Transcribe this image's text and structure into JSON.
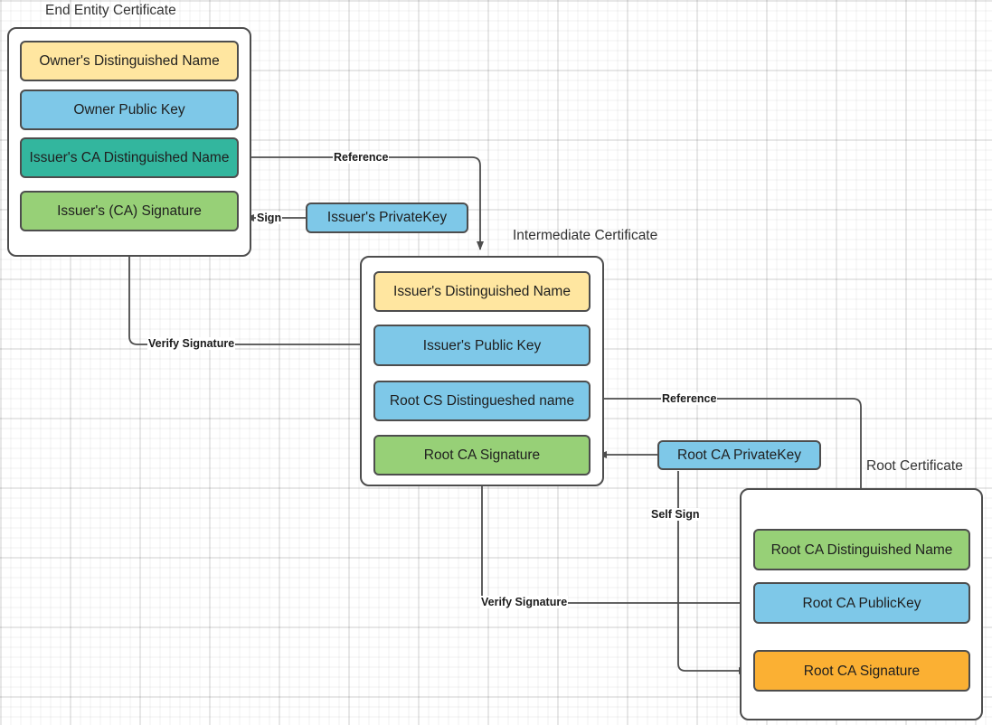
{
  "diagram": {
    "title_end_entity": "End Entity Certificate",
    "title_intermediate": "Intermediate Certificate",
    "title_root": "Root Certificate"
  },
  "colors": {
    "yellow": "#FFE6A0",
    "blue": "#7EC8E8",
    "teal": "#33B69E",
    "green": "#97D077",
    "orange": "#FBB033",
    "stroke": "#4d4d4d",
    "text": "#1f1f1f"
  },
  "end_entity_certificate": {
    "label": "End Entity Certificate",
    "fields": [
      {
        "label": "Owner's Distinguished Name",
        "color": "yellow"
      },
      {
        "label": "Owner Public  Key",
        "color": "blue"
      },
      {
        "label": "Issuer's CA Distinguished Name",
        "color": "teal"
      },
      {
        "label": "Issuer's (CA) Signature",
        "color": "green"
      }
    ]
  },
  "intermediate_certificate": {
    "label": "Intermediate Certificate",
    "fields": [
      {
        "label": "Issuer's Distinguished Name",
        "color": "yellow"
      },
      {
        "label": "Issuer's Public  Key",
        "color": "blue"
      },
      {
        "label": "Root CS Distingueshed name",
        "color": "blue"
      },
      {
        "label": "Root CA Signature",
        "color": "green"
      }
    ]
  },
  "root_certificate": {
    "label": "Root Certificate",
    "fields": [
      {
        "label": "Root CA Distinguished Name",
        "color": "green"
      },
      {
        "label": "Root CA PublicKey",
        "color": "blue"
      },
      {
        "label": "Root CA Signature",
        "color": "orange"
      }
    ]
  },
  "keys": [
    {
      "label": "Issuer's PrivateKey",
      "color": "blue"
    },
    {
      "label": "Root CA PrivateKey",
      "color": "blue"
    }
  ],
  "edge_labels": {
    "reference_top": "Reference",
    "reference_bottom": "Reference",
    "sign": "Sign",
    "self_sign": "Self Sign",
    "verify_signature_top": "Verify Signature",
    "verify_signature_bottom": "Verify Signature"
  }
}
